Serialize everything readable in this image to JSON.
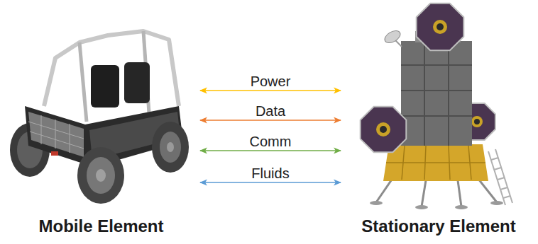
{
  "diagram": {
    "nodes": [
      {
        "text": [
          "Mobile Element"
        ]
      },
      {
        "text": [
          "Stationary Element"
        ]
      }
    ],
    "edges": [
      {
        "from": 0,
        "to": 1,
        "label": "Power",
        "arrow": "both"
      },
      {
        "from": 0,
        "to": 1,
        "label": "Data",
        "arrow": "both"
      },
      {
        "from": 0,
        "to": 1,
        "label": "Comm",
        "arrow": "both"
      },
      {
        "from": 0,
        "to": 1,
        "label": "Fluids",
        "arrow": "both"
      }
    ]
  }
}
